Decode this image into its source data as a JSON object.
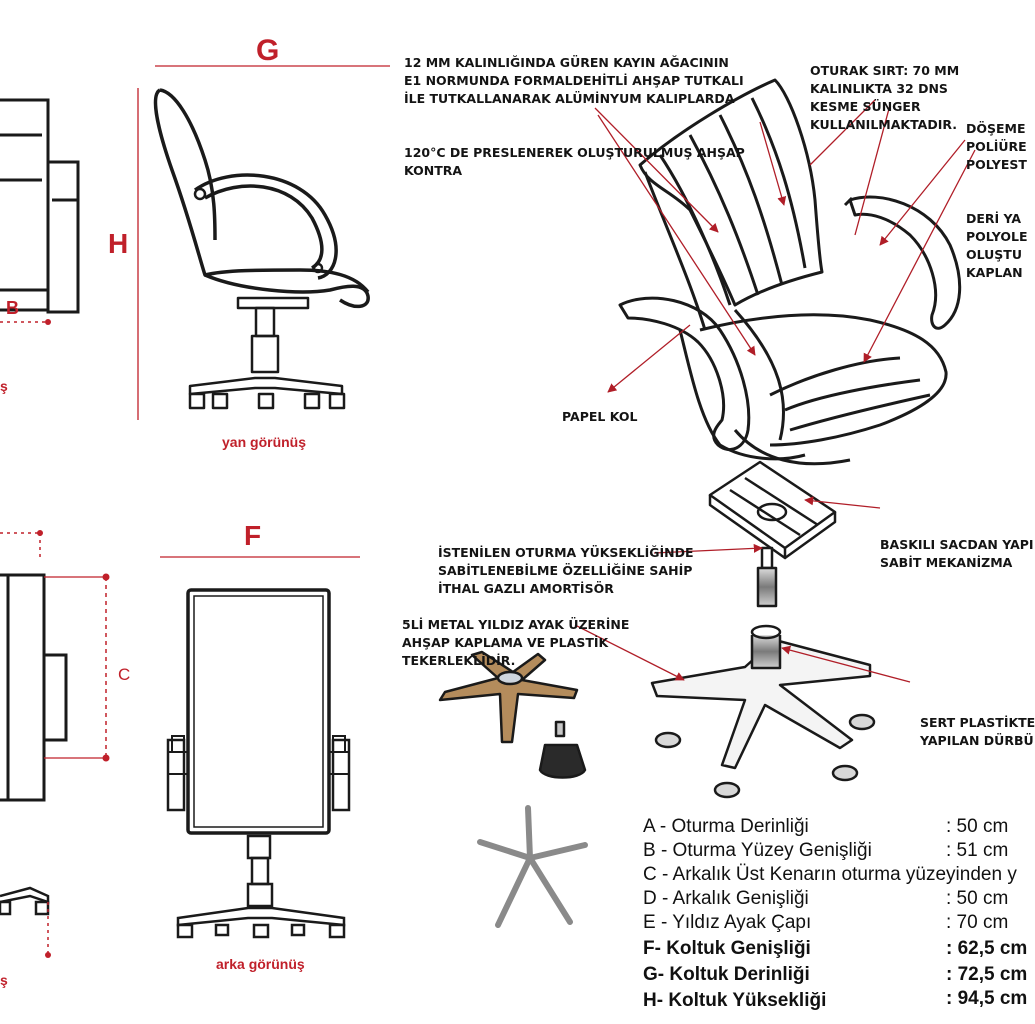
{
  "dims": {
    "g": "G",
    "h": "H",
    "f": "F",
    "b": "B",
    "c": "C"
  },
  "views": {
    "side": "yan görünüş",
    "back": "arka görünüş",
    "cut_left_top": "ş",
    "cut_left_bottom": "ş"
  },
  "notes": {
    "plywood": [
      "12 MM KALINLIĞINDA GÜREN KAYIN AĞACININ",
      "E1 NORMUNDA FORMALDEHİTLİ AHŞAP TUTKALI",
      "İLE TUTKALLANARAK ALÜMİNYUM KALIPLARDA",
      "120°C DE PRESLENEREK OLUŞTURULMUŞ AHŞAP",
      "KONTRA"
    ],
    "foam": [
      "OTURAK SIRT: 70 MM",
      "KALINLIKTA 32 DNS",
      "KESME SÜNGER",
      "KULLANILMAKTADIR."
    ],
    "upholstery": [
      "DÖŞEME",
      "POLİÜRE",
      "POLYEST",
      "DERİ YA",
      "POLYOLE",
      "OLUŞTU",
      "KAPLAN"
    ],
    "arm": "PAPEL KOL",
    "mechanism": [
      "BASKILI SACDAN YAPI",
      "SABİT MEKANİZMA"
    ],
    "gaslift": [
      "İSTENİLEN OTURMA YÜKSEKLİĞİNDE",
      "SABİTLENEBİLME ÖZELLİĞİNE SAHİP",
      "İTHAL GAZLI AMORTİSÖR"
    ],
    "base": [
      "5Lİ METAL YILDIZ AYAK ÜZERİNE",
      "AHŞAP KAPLAMA VE PLASTİK",
      "TEKERLEKLİDİR."
    ],
    "casters": [
      "SERT PLASTİKTE",
      "YAPILAN DÜRBÜ"
    ]
  },
  "specs": [
    {
      "label": "A - Oturma Derinliği",
      "value": ": 50 cm",
      "bold": false
    },
    {
      "label": "B - Oturma Yüzey Genişliği",
      "value": ": 51 cm",
      "bold": false
    },
    {
      "label": "C - Arkalık Üst Kenarın oturma yüzeyinden y",
      "value": "",
      "bold": false
    },
    {
      "label": "D - Arkalık Genişliği",
      "value": ": 50 cm",
      "bold": false
    },
    {
      "label": "E - Yıldız Ayak Çapı",
      "value": ": 70 cm",
      "bold": false
    },
    {
      "label": "F- Koltuk Genişliği",
      "value": ": 62,5 cm",
      "bold": true
    },
    {
      "label": "G- Koltuk Derinliği",
      "value": ": 72,5 cm",
      "bold": true
    },
    {
      "label": "H- Koltuk Yüksekliği",
      "value": ": 94,5 cm",
      "bold": true
    }
  ],
  "colors": {
    "line": "#1a1a1a",
    "dimension": "#c0202a",
    "metal": "#8a8a8a"
  }
}
